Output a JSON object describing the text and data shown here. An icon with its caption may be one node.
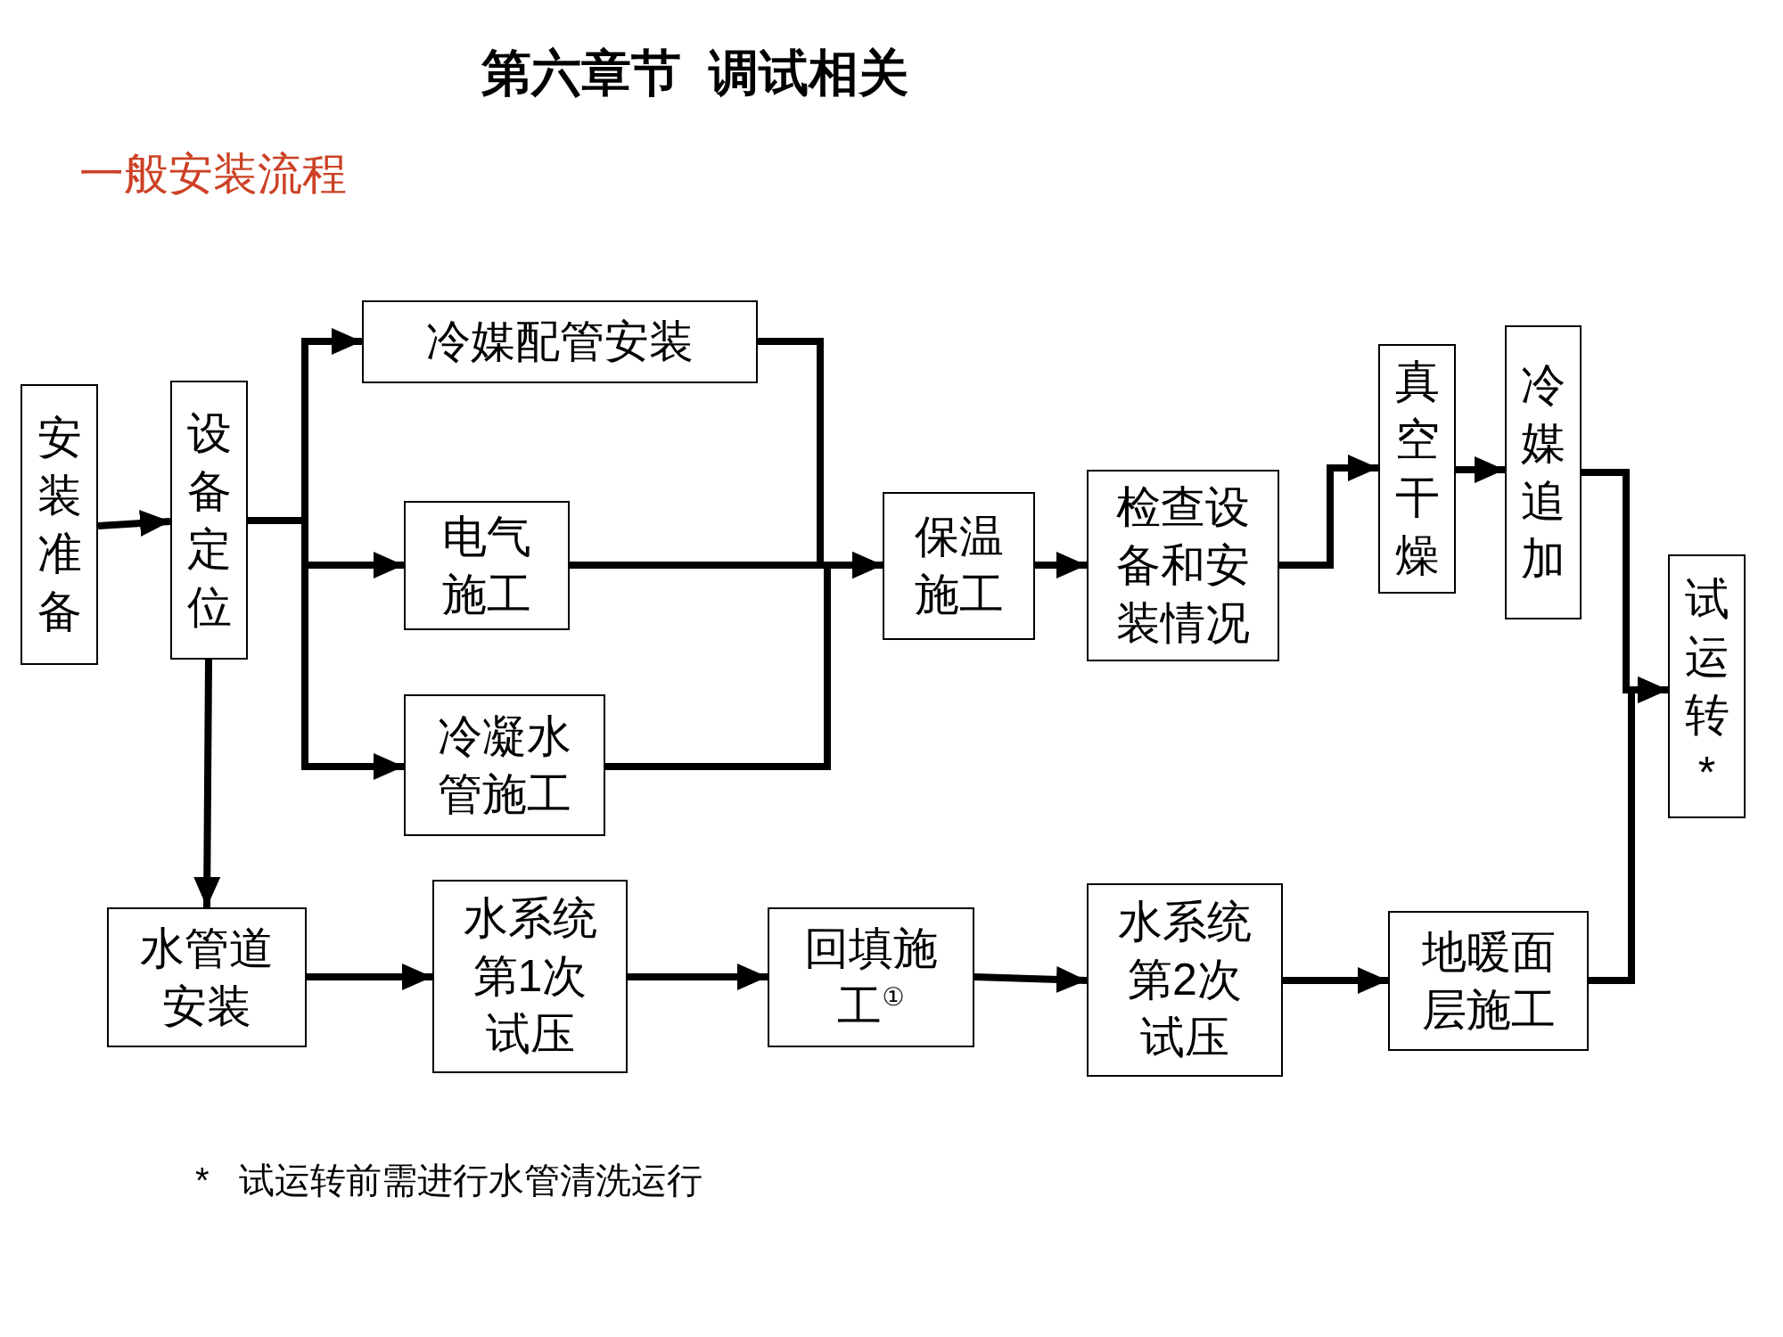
{
  "diagram": {
    "title": "第六章节  调试相关",
    "labels": [
      "一般安装流程"
    ],
    "caption": "*   试运转前需进行水管清洗运行",
    "nodes": [
      {
        "text": [
          "安装准备"
        ]
      },
      {
        "text": [
          "设备定位"
        ]
      },
      {
        "text": [
          "冷媒配管安装"
        ]
      },
      {
        "text": [
          "电气施工"
        ]
      },
      {
        "text": [
          "冷凝水管施工"
        ]
      },
      {
        "text": [
          "保温施工"
        ]
      },
      {
        "text": [
          "检查设备和安装情况"
        ]
      },
      {
        "text": [
          "真空干燥"
        ]
      },
      {
        "text": [
          "冷媒追加"
        ]
      },
      {
        "text": [
          "试运转*"
        ]
      },
      {
        "text": [
          "水管道安装"
        ]
      },
      {
        "text": [
          "水系统第1次试压"
        ]
      },
      {
        "text": [
          "回填施工$^{①}$"
        ]
      },
      {
        "text": [
          "水系统第2次试压"
        ]
      },
      {
        "text": [
          "地暖面层施工"
        ]
      }
    ],
    "edges": [
      {
        "from": 0,
        "to": 1,
        "arrow": "to"
      },
      {
        "from": 1,
        "to": 2,
        "arrow": "to"
      },
      {
        "from": 1,
        "to": 3,
        "arrow": "to"
      },
      {
        "from": 1,
        "to": 4,
        "arrow": "to"
      },
      {
        "from": 1,
        "to": 10,
        "arrow": "to"
      },
      {
        "from": 2,
        "to": 5,
        "arrow": "to"
      },
      {
        "from": 3,
        "to": 5,
        "arrow": "to"
      },
      {
        "from": 4,
        "to": 5,
        "arrow": "to"
      },
      {
        "from": 5,
        "to": 6,
        "arrow": "to"
      },
      {
        "from": 6,
        "to": 7,
        "arrow": "to"
      },
      {
        "from": 7,
        "to": 8,
        "arrow": "to"
      },
      {
        "from": 8,
        "to": 9,
        "arrow": "to"
      },
      {
        "from": 10,
        "to": 11,
        "arrow": "to"
      },
      {
        "from": 11,
        "to": 12,
        "arrow": "to"
      },
      {
        "from": 12,
        "to": 13,
        "arrow": "to"
      },
      {
        "from": 13,
        "to": 14,
        "arrow": "to"
      },
      {
        "from": 14,
        "to": 9,
        "arrow": "to"
      }
    ]
  }
}
